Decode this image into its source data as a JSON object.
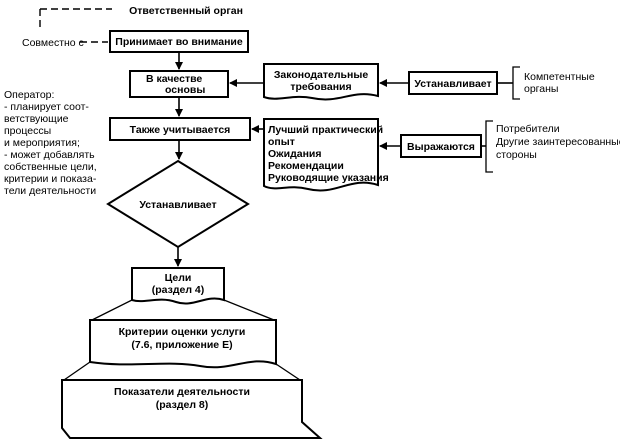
{
  "responsible_body": "Ответственный орган",
  "jointly_with": "Совместно с",
  "operator": {
    "lines": [
      "Оператор:",
      "- планирует соот-",
      "ветствующие",
      "процессы",
      "и мероприятия;",
      "- может добавлять",
      "собственные цели,",
      "критерии и показа-",
      "тели деятельности"
    ]
  },
  "steps": {
    "accepts": "Принимает во внимание",
    "as_basis": [
      "В качестве",
      "основы"
    ],
    "also_considered": "Также учитывается",
    "establishes": "Устанавливает"
  },
  "legal": {
    "doc_lines": [
      "Законодательные",
      "требования"
    ],
    "action": "Устанавливает",
    "source_lines": [
      "Компетентные",
      "органы"
    ]
  },
  "practice": {
    "doc_lines": [
      "Лучший практический",
      "опыт",
      "Ожидания",
      "Рекомендации",
      "Руководящие указания"
    ],
    "action": "Выражаются",
    "source_lines": [
      "Потребители",
      "Другие заинтересованные",
      "стороны"
    ]
  },
  "outputs": {
    "objectives": [
      "Цели",
      "(раздел 4)"
    ],
    "criteria": [
      "Критерии оценки услуги",
      "(7.6, приложение E)"
    ],
    "indicators": [
      "Показатели деятельности",
      "(раздел 8)"
    ]
  }
}
